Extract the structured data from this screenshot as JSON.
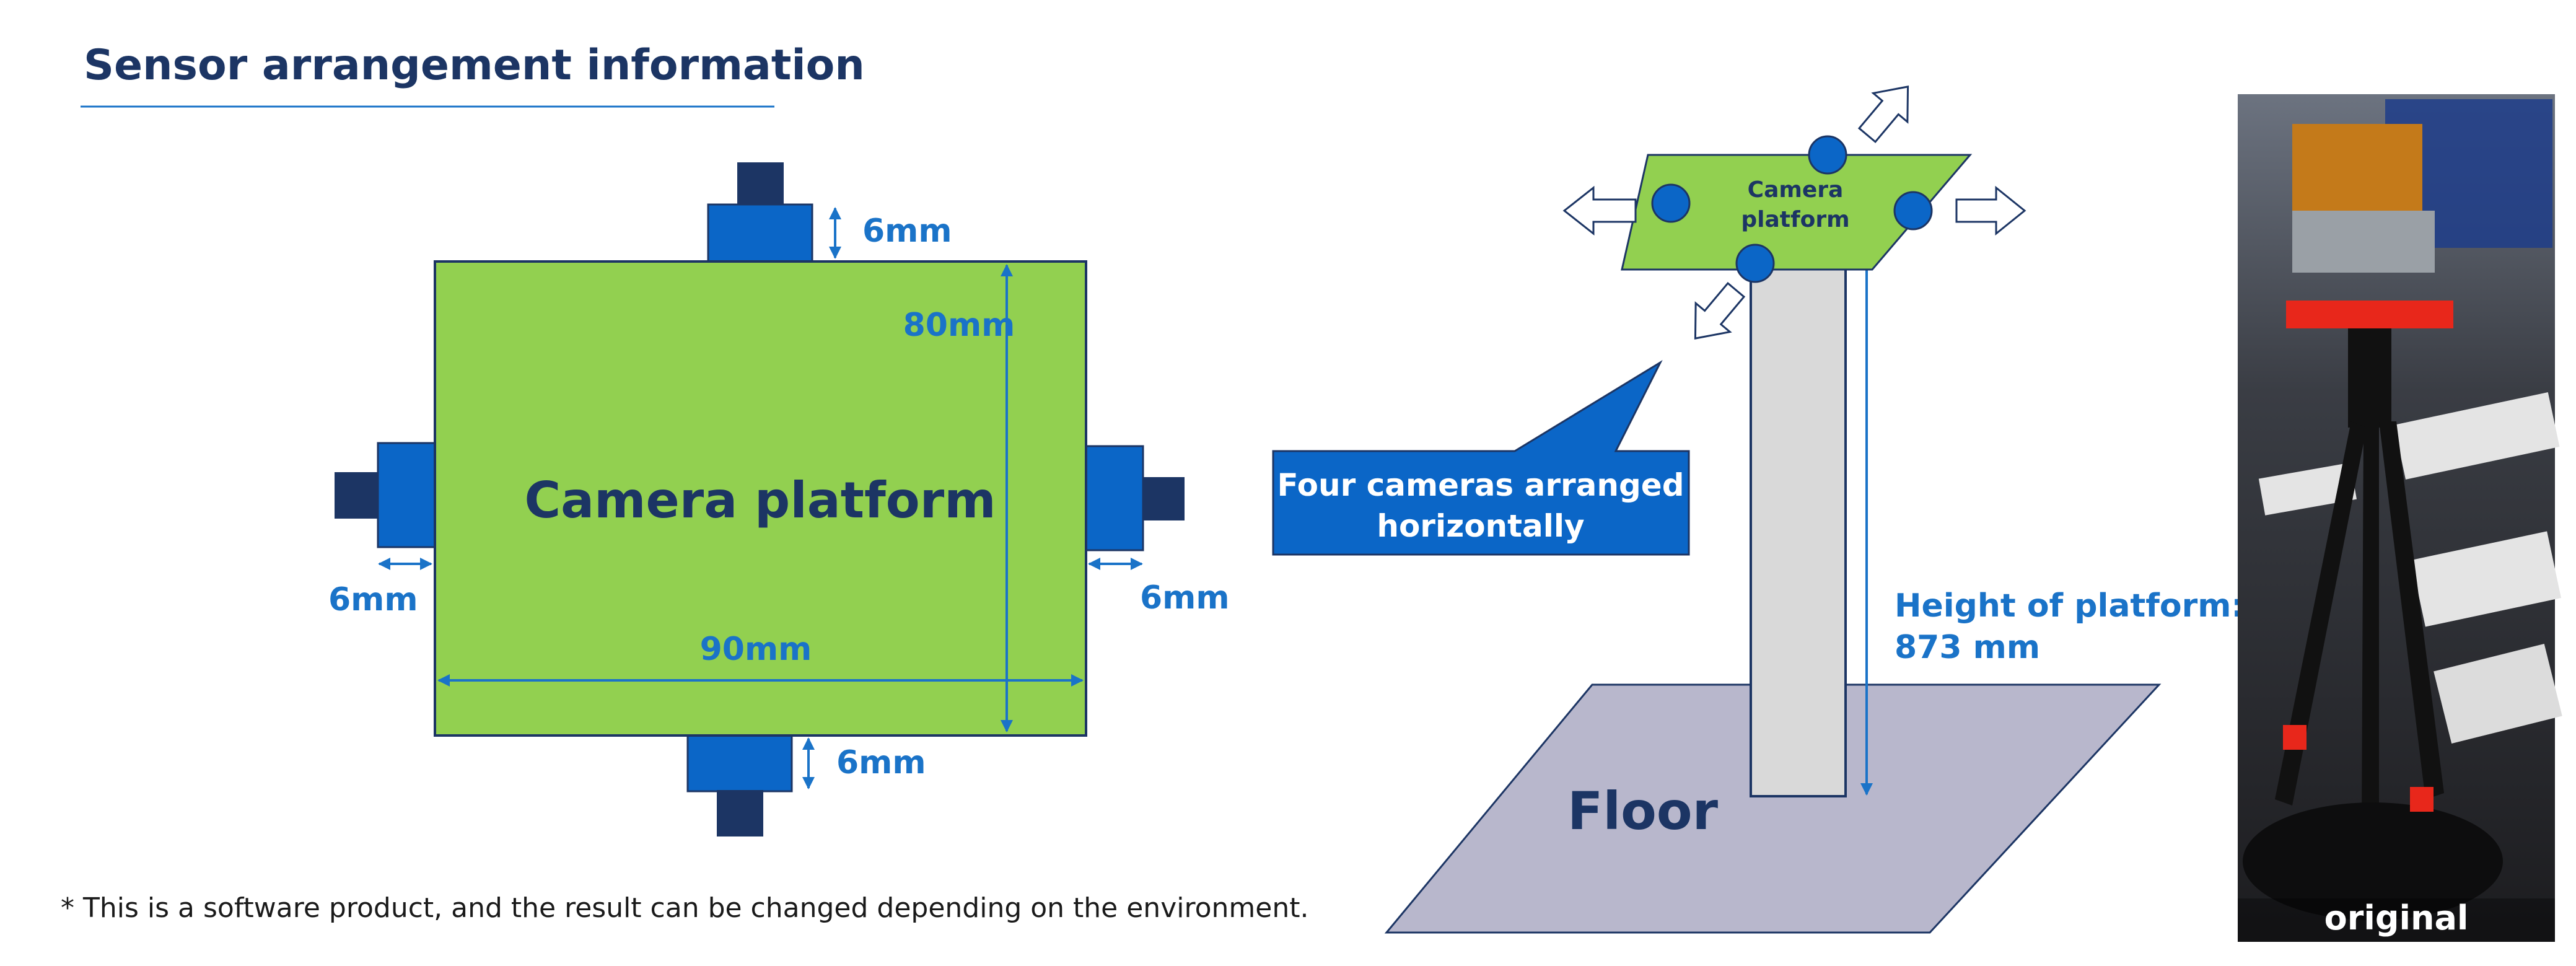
{
  "title": "Sensor arrangement information",
  "top_view": {
    "platform_label": "Camera platform",
    "width_label": "90mm",
    "depth_label": "80mm",
    "offset_top": "6mm",
    "offset_bottom": "6mm",
    "offset_left": "6mm",
    "offset_right": "6mm"
  },
  "side_view": {
    "platform_label_line1": "Camera",
    "platform_label_line2": "platform",
    "callout_line1": "Four cameras arranged",
    "callout_line2": "horizontally",
    "height_label_line1": "Height of platform:",
    "height_label_line2": "873 mm",
    "floor_label": "Floor"
  },
  "photo": {
    "caption": "original"
  },
  "footnote": "* This is a software product, and the result can be changed depending on the environment.",
  "colors": {
    "navy": "#1c3564",
    "accent_blue": "#1a73c8",
    "camera_blue": "#0b66c7",
    "platform_green": "#92d050",
    "floor_grey": "#b8b7cc",
    "pole_grey": "#d9d9d9"
  }
}
